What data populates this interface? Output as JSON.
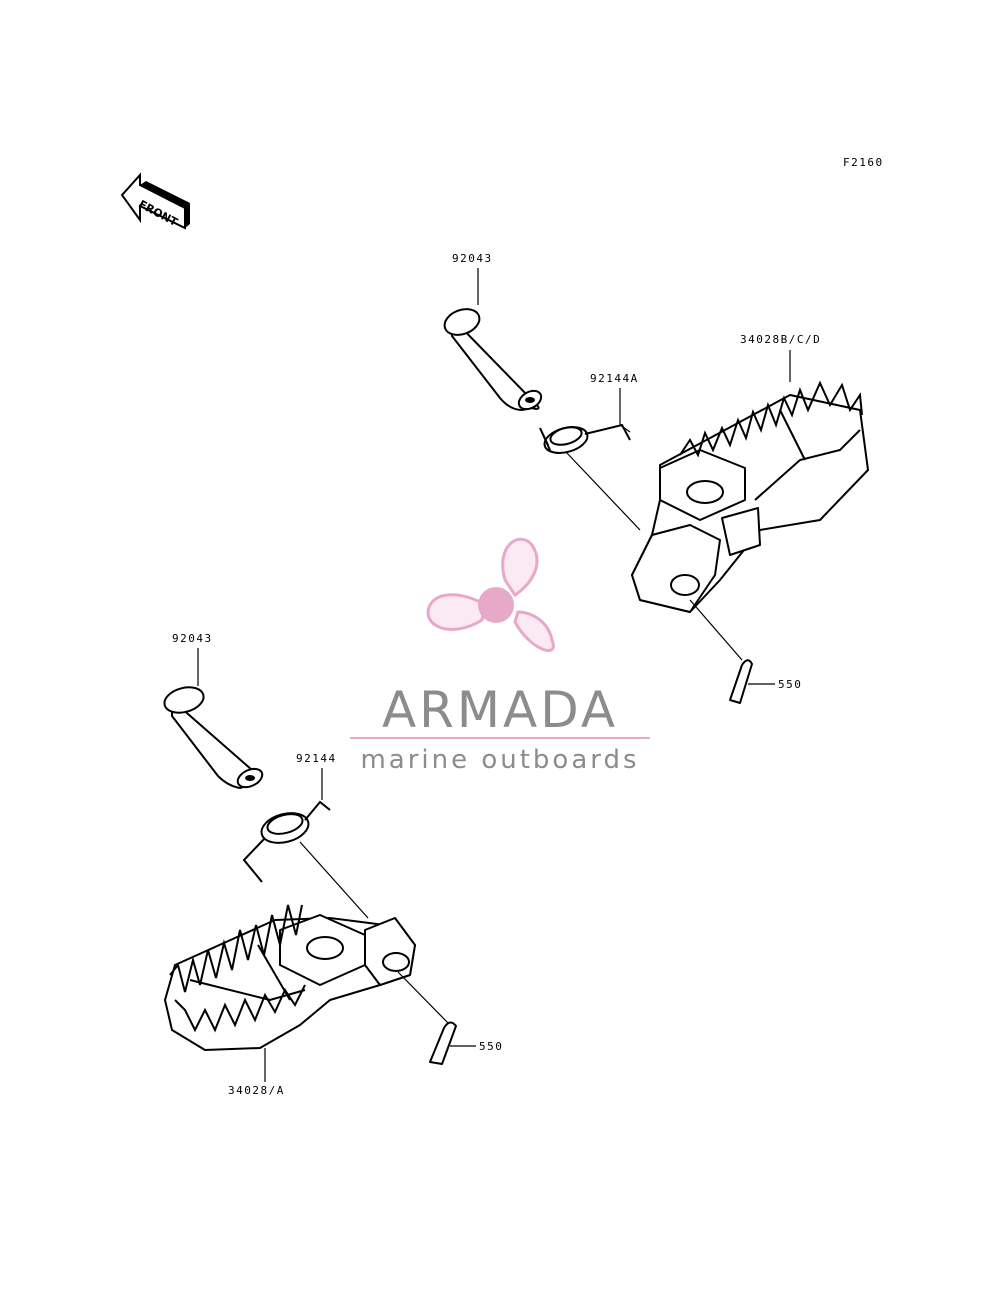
{
  "diagram": {
    "figure_code": "F2160",
    "front_arrow_text": "FRONT",
    "labels": {
      "pin_top": "92043",
      "footpeg_top": "34028B/C/D",
      "spring_top": "92144A",
      "cotter_top": "550",
      "pin_bottom": "92043",
      "spring_bottom": "92144",
      "cotter_bottom": "550",
      "footpeg_bottom": "34028/A"
    }
  },
  "watermark": {
    "brand": "ARMADA",
    "tagline": "marine outboards",
    "colors": {
      "logo_pink": "#e8a9c8",
      "text_gray": "#8c8c8c",
      "rule_pink": "#e8a9c8"
    },
    "logo_icon": "propeller-icon"
  }
}
